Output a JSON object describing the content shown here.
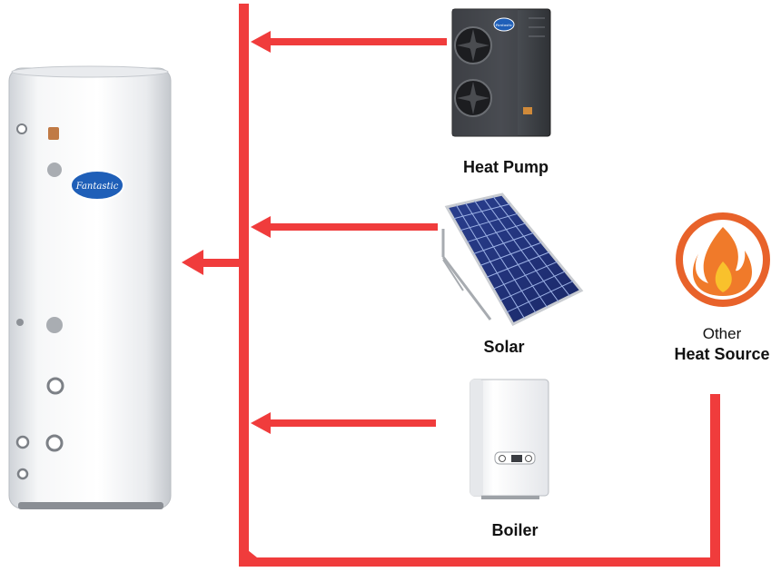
{
  "cylinder": {
    "logo_text": "Fantastic"
  },
  "heat_pump": {
    "label": "Heat Pump",
    "badge_text": "Fantastic"
  },
  "solar": {
    "label": "Solar"
  },
  "boiler": {
    "label": "Boiler"
  },
  "other_source": {
    "label_line1": "Other",
    "label_line2": "Heat Source"
  },
  "colors": {
    "pipe": "#f03c3c",
    "flame_ring": "#e8622a",
    "flame_outer": "#f07a2a",
    "flame_inner": "#f9c12c",
    "logo_badge": "#1f5fb8"
  }
}
